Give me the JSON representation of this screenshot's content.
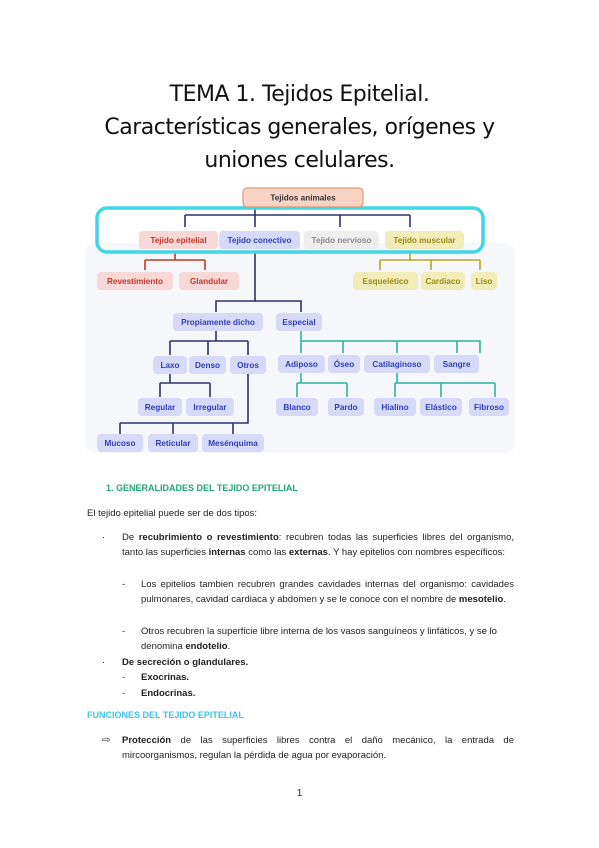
{
  "title": {
    "line1": "TEMA 1. Tejidos Epitelial.",
    "line2": "Características generales, orígenes y",
    "line3": "uniones celulares."
  },
  "diagram": {
    "root": "Tejidos animales",
    "level1": [
      "Tejido epitelial",
      "Tejido conectivo",
      "Tejido nervioso",
      "Tejido muscular"
    ],
    "epitelial_children": [
      "Revestimiento",
      "Glandular"
    ],
    "muscular_children": [
      "Esquelético",
      "Cardiaco",
      "Liso"
    ],
    "conectivo_children": [
      "Propiamente dicho",
      "Especial"
    ],
    "propio_children": [
      "Laxo",
      "Denso",
      "Otros"
    ],
    "laxo_children": [
      "Regular",
      "Irregular"
    ],
    "otros_children": [
      "Mucoso",
      "Reticular",
      "Mesénquima"
    ],
    "especial_children": [
      "Adiposo",
      "Óseo",
      "Catilaginoso",
      "Sangre"
    ],
    "adiposo_children": [
      "Blanco",
      "Pardo"
    ],
    "cartilago_children": [
      "Hialino",
      "Elástico",
      "Fibroso"
    ],
    "colors": {
      "root_bg": "#f9d3c3",
      "root_border": "#e29a78",
      "highlight": "#3fd6e8",
      "red_bg": "#f8d7d7",
      "red_text": "#c0392b",
      "blue_bg": "#d6daf8",
      "blue_text": "#2f3fb6",
      "gray_bg": "#eeeeee",
      "gray_text": "#8a8a8a",
      "yellow_bg": "#f1ecb8",
      "yellow_text": "#9a8a1a",
      "teal_line": "#2bb59a",
      "navy_line": "#2c3270",
      "red_line": "#c0392b",
      "olive_line": "#b6a52a"
    }
  },
  "section1": {
    "heading": "1.   GENERALIDADES DEL TEJIDO EPITELIAL",
    "intro": "El tejido epitelial puede ser de dos tipos:",
    "bullet_marker": "·",
    "dash_marker": "-",
    "b1": {
      "pre": "De ",
      "bold1": "recubrimiento o revestimiento",
      "mid1": ": recubren todas las superficies libres del organismo, tanto las superficies ",
      "bold2": "internas",
      "mid2": " como las ",
      "bold3": "externas",
      "post": ". Y hay epitelios con nombres específicos:"
    },
    "d1": {
      "text": "Los epitelios tambien recubren grandes cavidades internas del organismo: cavidades pulmonares, cavidad cardiaca y abdomen y se le conoce con el nombre de ",
      "bold": "mesotelio",
      "post": "."
    },
    "d2": {
      "text": "Otros recubren la superficie libre interna de los vasos sanguíneos y linfáticos, y se lo denomina ",
      "bold": "endotelio",
      "post": "."
    },
    "b2": "De secreción o glandulares.",
    "d3": "Exocrinas.",
    "d4": "Endocrinas."
  },
  "section2": {
    "heading": "FUNCIONES DEL TEJIDO EPITELIAL",
    "arrow": "⇨",
    "bold": "Protección",
    "text": " de las superficies libres contra el daño mecánico, la entrada de mircoorganismos, regulan la pérdida de agua por evaporación."
  },
  "page_number": "1"
}
